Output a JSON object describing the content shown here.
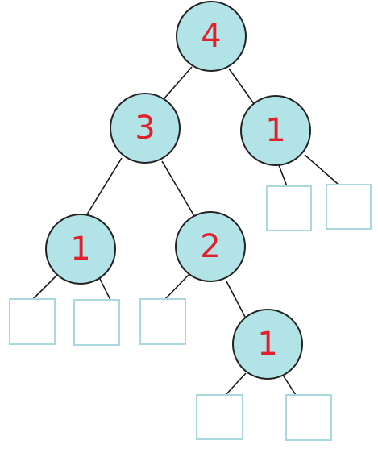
{
  "colors": {
    "node_fill": "#b2e3e6",
    "node_stroke": "#222222",
    "label": "#e0202a",
    "edge": "#1a1a1a",
    "leaf_stroke": "#a9d9df"
  },
  "tree": {
    "root": {
      "label": "4",
      "left": {
        "label": "3",
        "left": {
          "label": "1",
          "left": "empty",
          "right": "empty"
        },
        "right": {
          "label": "2",
          "left": "empty",
          "right": {
            "label": "1",
            "left": "empty",
            "right": "empty"
          }
        }
      },
      "right": {
        "label": "1",
        "left": "empty",
        "right": "empty"
      }
    }
  },
  "nodes": {
    "n4": "4",
    "n3": "3",
    "n1_right": "1",
    "n1_left": "1",
    "n2": "2",
    "n1_bottom": "1"
  }
}
